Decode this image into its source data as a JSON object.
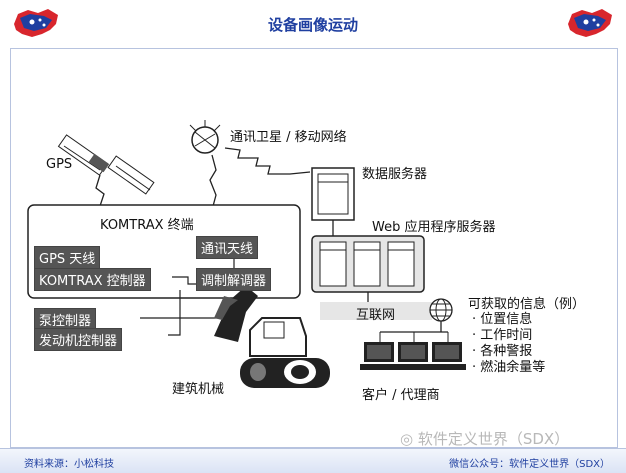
{
  "title": "设备画像运动",
  "diagram": {
    "gps": "GPS",
    "satellite": "通讯卫星 / 移动网络",
    "data_server": "数据服务器",
    "web_server": "Web 应用程序服务器",
    "komtrax_terminal": "KOMTRAX 终端",
    "gps_antenna": "GPS 天线",
    "comm_antenna": "通讯天线",
    "komtrax_controller": "KOMTRAX 控制器",
    "modem": "调制解调器",
    "pump_controller": "泵控制器",
    "engine_controller": "发动机控制器",
    "internet": "互联网",
    "machine": "建筑机械",
    "clients": "客户 / 代理商",
    "info_title": "可获取的信息（例）",
    "info_items": [
      "位置信息",
      "工作时间",
      "各种警报",
      "燃油余量等"
    ]
  },
  "footer": {
    "source": "资料来源：小松科技",
    "wechat": "微信公众号：软件定义世界（SDX）",
    "watermark": "软件定义世界（SDX）"
  },
  "colors": {
    "title": "#1f3fa0",
    "flag_red": "#d8262d",
    "label_bg": "#555555"
  }
}
